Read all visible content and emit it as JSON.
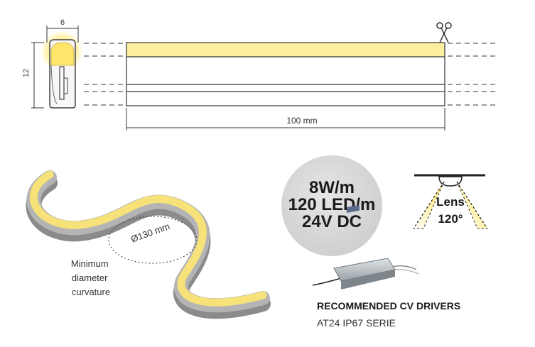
{
  "profile": {
    "width_label": "6",
    "height_label": "12"
  },
  "strip": {
    "length_label": "100 mm"
  },
  "bend": {
    "diameter_label": "Ø130 mm",
    "note_lines": [
      "Minimum",
      "diameter",
      "curvature"
    ]
  },
  "specs": {
    "lines": [
      "8W/m",
      "120 LED/m",
      "24V DC"
    ]
  },
  "lens": {
    "lines": [
      "Lens",
      "120°"
    ]
  },
  "drivers": {
    "title": "RECOMMENDED CV DRIVERS",
    "subtitle": "AT24 IP67 SERIE"
  },
  "colors": {
    "led_yellow": "#fdf2a8",
    "glow": "#ffe75a",
    "profile_gray": "#8a8a8a",
    "spec_circle": "#d8d8d8"
  }
}
